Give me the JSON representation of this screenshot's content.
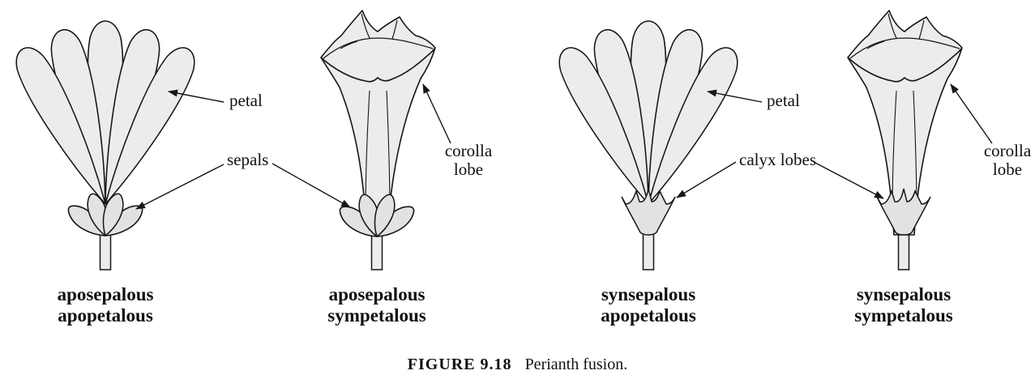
{
  "figure_caption": {
    "label": "FIGURE 9.18",
    "text": "Perianth fusion."
  },
  "annotations": {
    "petal_left": "petal",
    "sepals": "sepals",
    "corolla_lobe_left": {
      "line1": "corolla",
      "line2": "lobe"
    },
    "petal_right": "petal",
    "calyx_lobes": "calyx lobes",
    "corolla_lobe_right": {
      "line1": "corolla",
      "line2": "lobe"
    }
  },
  "flowers": [
    {
      "name_line1": "aposepalous",
      "name_line2": "apopetalous"
    },
    {
      "name_line1": "aposepalous",
      "name_line2": "sympetalous"
    },
    {
      "name_line1": "synsepalous",
      "name_line2": "apopetalous"
    },
    {
      "name_line1": "synsepalous",
      "name_line2": "sympetalous"
    }
  ],
  "colors": {
    "background": "#ffffff",
    "petal_fill": "#ececec",
    "sepal_fill": "#e2e2e2",
    "outline": "#161616"
  }
}
